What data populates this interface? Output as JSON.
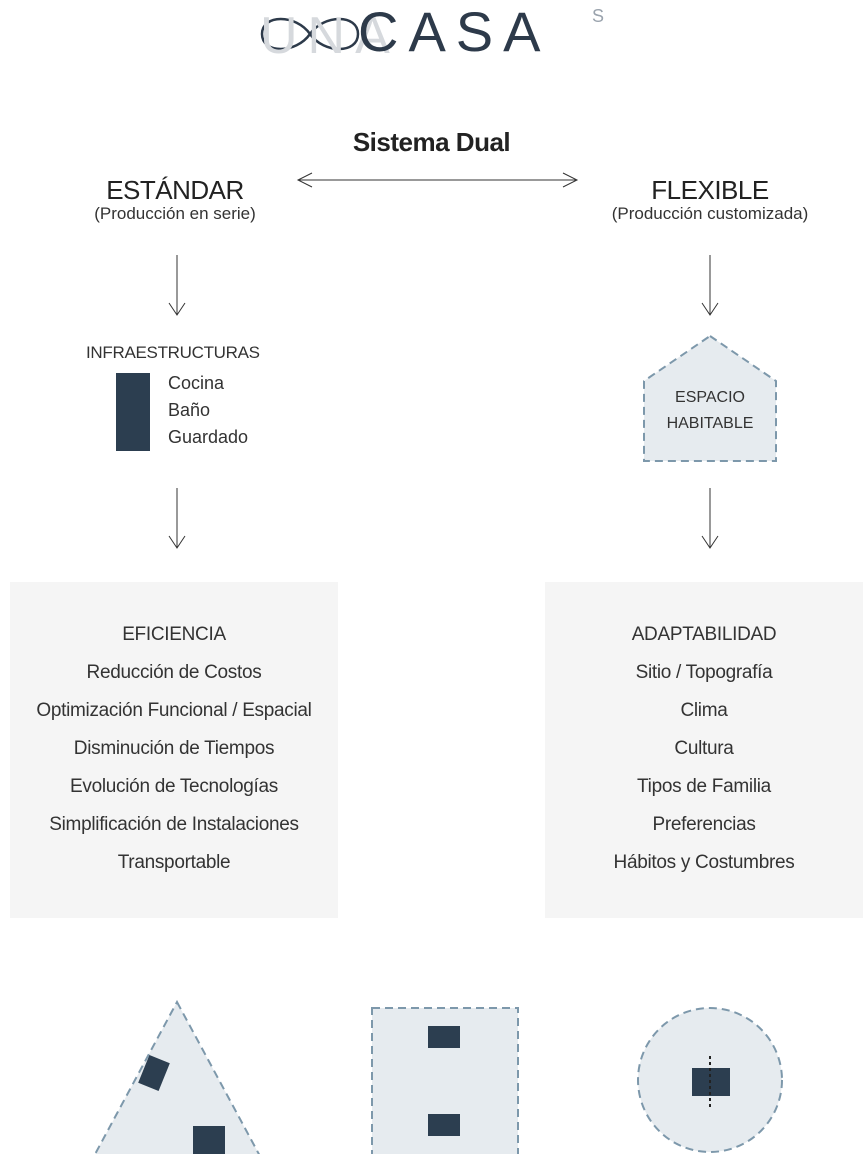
{
  "logo": {
    "word": "CASA",
    "faded_prefix": "UNA",
    "superscript": "S",
    "emblem": "infinity-icon"
  },
  "title": "Sistema Dual",
  "left": {
    "heading": "ESTÁNDAR",
    "subheading": "(Producción en serie)",
    "infra_title": "INFRAESTRUCTURAS",
    "infra_items": [
      "Cocina",
      "Baño",
      "Guardado"
    ],
    "panel": {
      "heading": "EFICIENCIA",
      "items": [
        "Reducción de Costos",
        "Optimización Funcional / Espacial",
        "Disminución de Tiempos",
        "Evolución de Tecnologías",
        "Simplificación de Instalaciones",
        "Transportable"
      ]
    }
  },
  "right": {
    "heading": "FLEXIBLE",
    "subheading": "(Producción customizada)",
    "house_lines": [
      "ESPACIO",
      "HABITABLE"
    ],
    "panel": {
      "heading": "ADAPTABILIDAD",
      "items": [
        "Sitio / Topografía",
        "Clima",
        "Cultura",
        "Tipos de Familia",
        "Preferencias",
        "Hábitos y Costumbres"
      ]
    }
  },
  "shapes": [
    "triangle-plan-icon",
    "square-plan-icon",
    "circle-plan-icon"
  ],
  "colors": {
    "dark_block": "#2c3e50",
    "dashed_fill": "#e6ebef",
    "dashed_stroke": "#7d98ab",
    "panel_bg": "#f5f5f5"
  }
}
